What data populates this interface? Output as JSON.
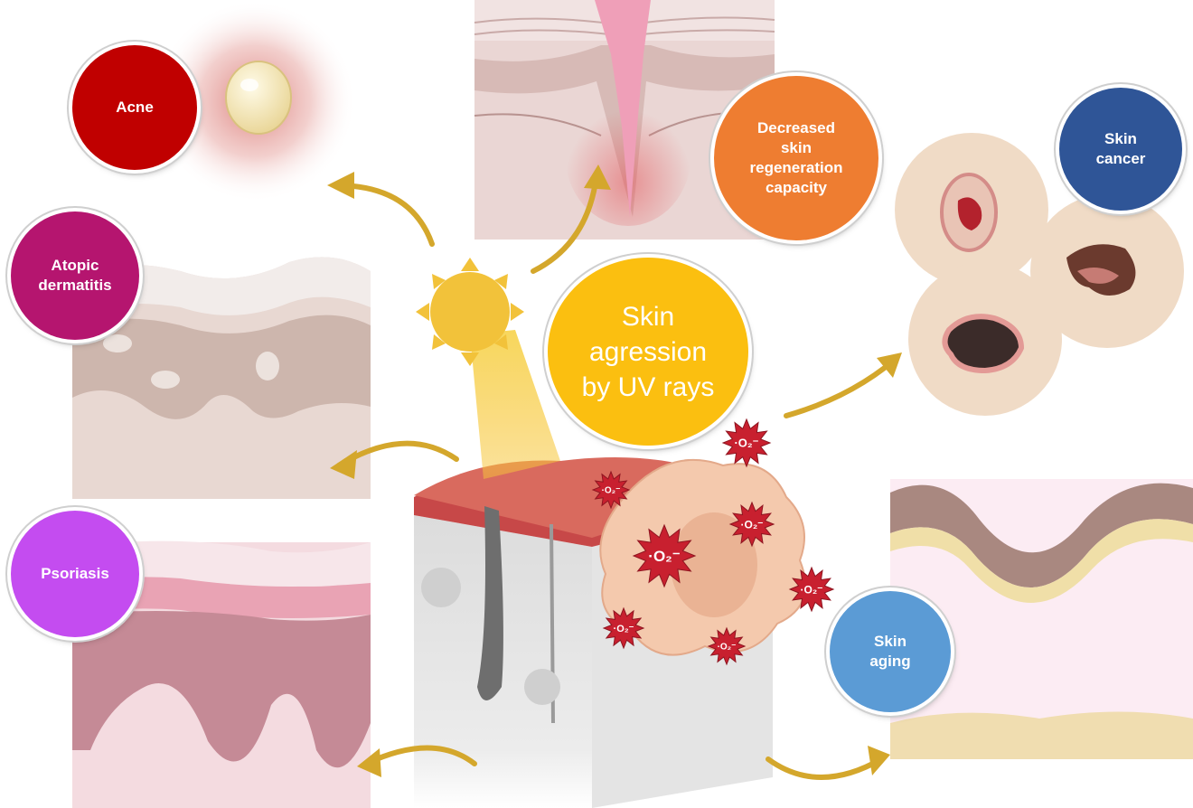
{
  "center": {
    "text": "Skin\nagression\nby UV rays",
    "color": "#fbbf10"
  },
  "conditions": [
    {
      "key": "acne",
      "text": "Acne",
      "color": "#c00000"
    },
    {
      "key": "atopic-dermatitis",
      "text": "Atopic\ndermatitis",
      "color": "#b5156f"
    },
    {
      "key": "psoriasis",
      "text": "Psoriasis",
      "color": "#c44cf0"
    },
    {
      "key": "decreased-regeneration",
      "text": "Decreased\nskin\nregeneration\ncapacity",
      "color": "#ee7d31"
    },
    {
      "key": "skin-cancer",
      "text": "Skin\ncancer",
      "color": "#2f5597"
    },
    {
      "key": "skin-aging",
      "text": "Skin\naging",
      "color": "#5b9bd5"
    }
  ],
  "ros_label": "·O₂⁻",
  "colors": {
    "arrow": "#d4a72c",
    "sun": "#f2c23a",
    "skin_tissue": "#e8d2c8",
    "psoriasis_tissue": "#c58a96",
    "aging_tissue": "#fcecf3"
  }
}
